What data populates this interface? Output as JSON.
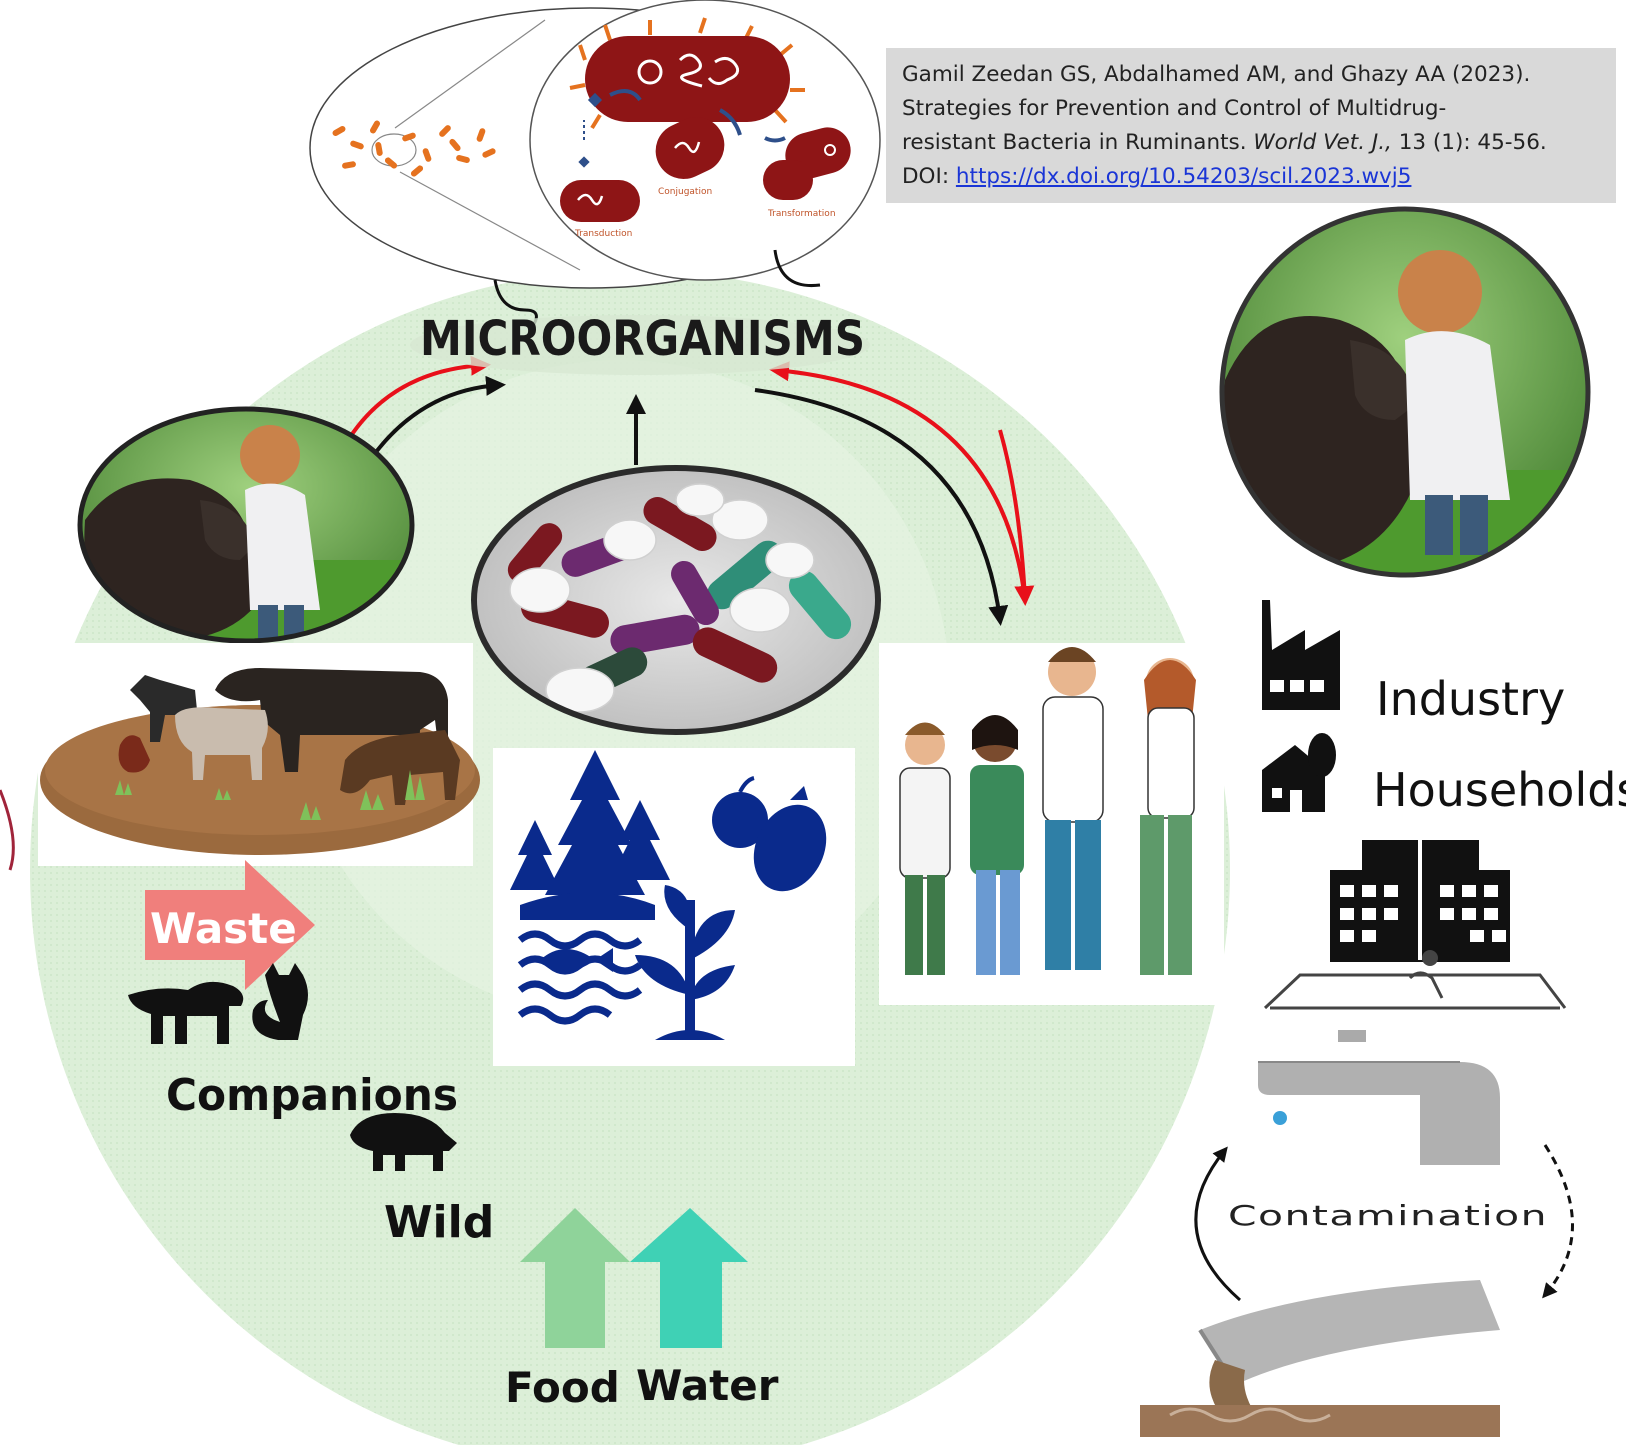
{
  "citation": {
    "line1": "Gamil Zeedan GS, Abdalhamed AM, and Ghazy AA (2023).",
    "line2": "Strategies for Prevention and Control of Multidrug-",
    "line3a": "resistant Bacteria in Ruminants. ",
    "journal": "World Vet. J.,",
    "line3b": " 13 (1): 45-56.",
    "doi_label": "DOI: ",
    "doi_link": "https://dx.doi.org/10.54203/scil.2023.wvj5"
  },
  "labels": {
    "microorganisms": "MICROORGANISMS",
    "transduction": "Transduction",
    "conjugation": "Conjugation",
    "transformation": "Transformation",
    "industry": "Industry",
    "households": "Households",
    "waste": "Waste",
    "companions": "Companions",
    "wild": "Wild",
    "food": "Food",
    "water": "Water",
    "contamination": "Contamination"
  },
  "colors": {
    "circle_fill": "#dcefd8",
    "red_arrow": "#e8101a",
    "black_arrow": "#111111",
    "waste_arrow": "#f07f7c",
    "food_arrow": "#8fd39a",
    "water_arrow": "#3fd1b5",
    "ecosystem_blue": "#0a2a8c",
    "bacteria_red": "#8e1516",
    "citation_bg": "#d9d9d9"
  }
}
